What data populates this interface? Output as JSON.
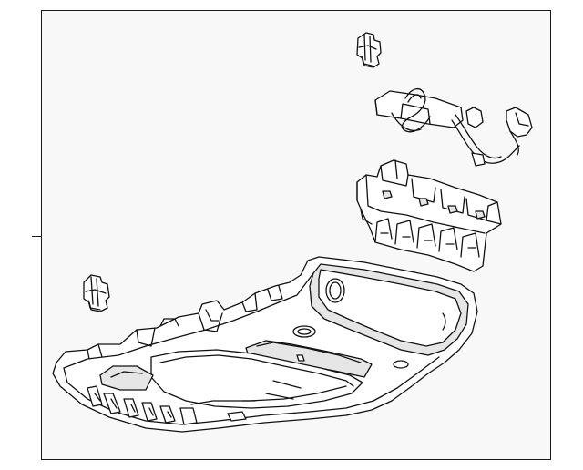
{
  "diagram": {
    "colors": {
      "line": "#111111",
      "face": "#ffffff",
      "shade": "#e6e6e6",
      "background": "#f8f8f8"
    },
    "parts": [
      {
        "name": "retainer-clip-upper",
        "icon": "clip-icon"
      },
      {
        "name": "wiring-harness",
        "icon": "harness-icon"
      },
      {
        "name": "bracket-housing",
        "icon": "bracket-icon"
      },
      {
        "name": "retainer-clip-lower",
        "icon": "clip-icon"
      },
      {
        "name": "overhead-console-assembly",
        "icon": "console-icon"
      }
    ]
  }
}
